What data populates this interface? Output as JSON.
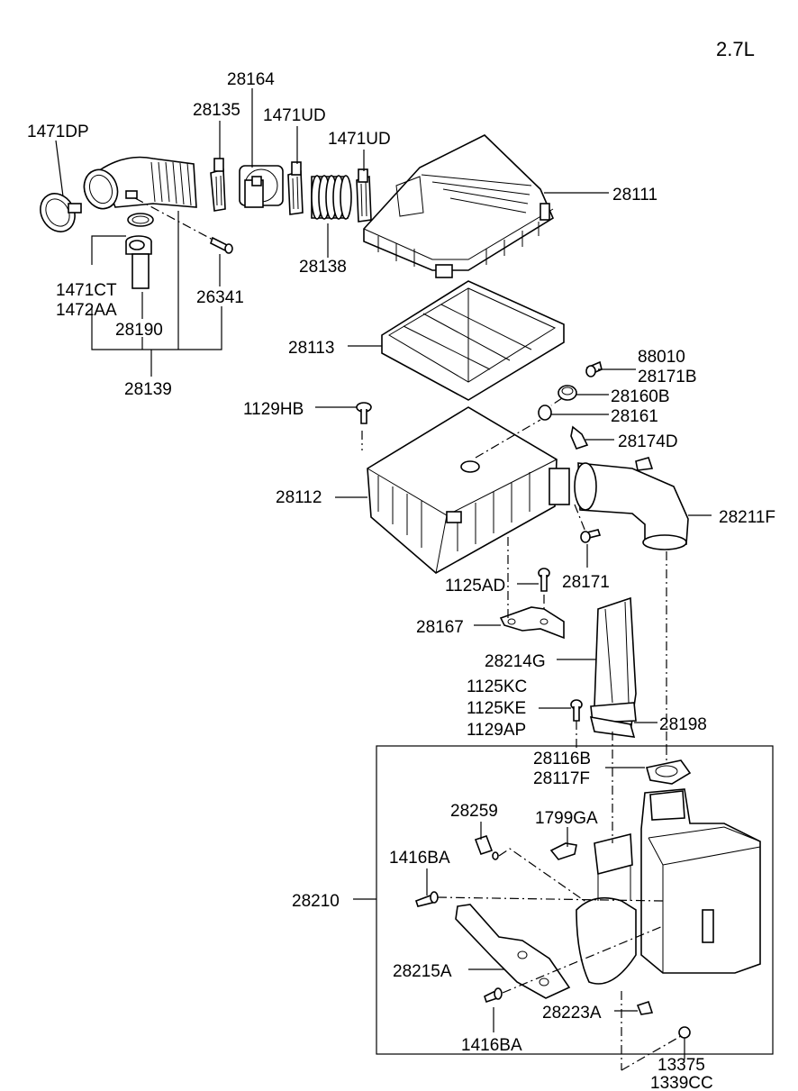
{
  "engine": "2.7L",
  "labels": {
    "l1471DP": "1471DP",
    "l28164": "28164",
    "l28135": "28135",
    "l1471UD_a": "1471UD",
    "l1471UD_b": "1471UD",
    "l28111": "28111",
    "l28138": "28138",
    "l1471CT": "1471CT",
    "l1472AA": "1472AA",
    "l26341": "26341",
    "l28190": "28190",
    "l28113": "28113",
    "l28139": "28139",
    "l88010": "88010",
    "l28171B": "28171B",
    "l28160B": "28160B",
    "l1129HB": "1129HB",
    "l28161": "28161",
    "l28174D": "28174D",
    "l28112": "28112",
    "l28211F": "28211F",
    "l1125AD": "1125AD",
    "l28171": "28171",
    "l28167": "28167",
    "l28214G": "28214G",
    "l1125KC": "1125KC",
    "l1125KE": "1125KE",
    "l1129AP": "1129AP",
    "l28198": "28198",
    "l28116B": "28116B",
    "l28117F": "28117F",
    "l28259": "28259",
    "l1799GA": "1799GA",
    "l1416BA_a": "1416BA",
    "l28210": "28210",
    "l28215A": "28215A",
    "l28223A": "28223A",
    "l1416BA_b": "1416BA",
    "l13375": "13375",
    "l1339CC": "1339CC"
  }
}
